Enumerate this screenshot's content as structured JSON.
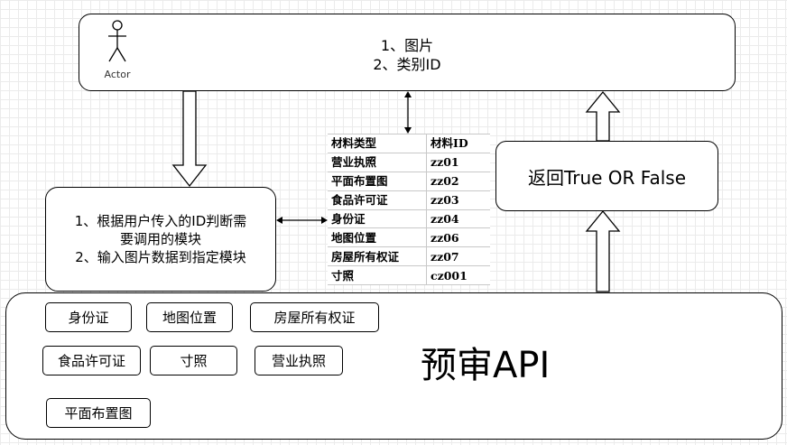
{
  "actor": {
    "label": "Actor"
  },
  "top_box": {
    "lines": [
      "1、图片",
      "2、类别ID"
    ]
  },
  "router_box": {
    "lines": [
      "1、根据用户传入的ID判断需",
      "要调用的模块",
      "2、输入图片数据到指定模块"
    ]
  },
  "result_box": {
    "text": "返回True OR False"
  },
  "api_box": {
    "title": "预审API",
    "modules": [
      "身份证",
      "地图位置",
      "房屋所有权证",
      "食品许可证",
      "寸照",
      "营业执照",
      "平面布置图"
    ]
  },
  "material_table": {
    "headers": [
      "材料类型",
      "材料ID"
    ],
    "rows": [
      [
        "营业执照",
        "zz01"
      ],
      [
        "平面布置图",
        "zz02"
      ],
      [
        "食品许可证",
        "zz03"
      ],
      [
        "身份证",
        "zz04"
      ],
      [
        "地图位置",
        "zz06"
      ],
      [
        "房屋所有权证",
        "zz07"
      ],
      [
        "寸照",
        "cz001"
      ]
    ]
  }
}
